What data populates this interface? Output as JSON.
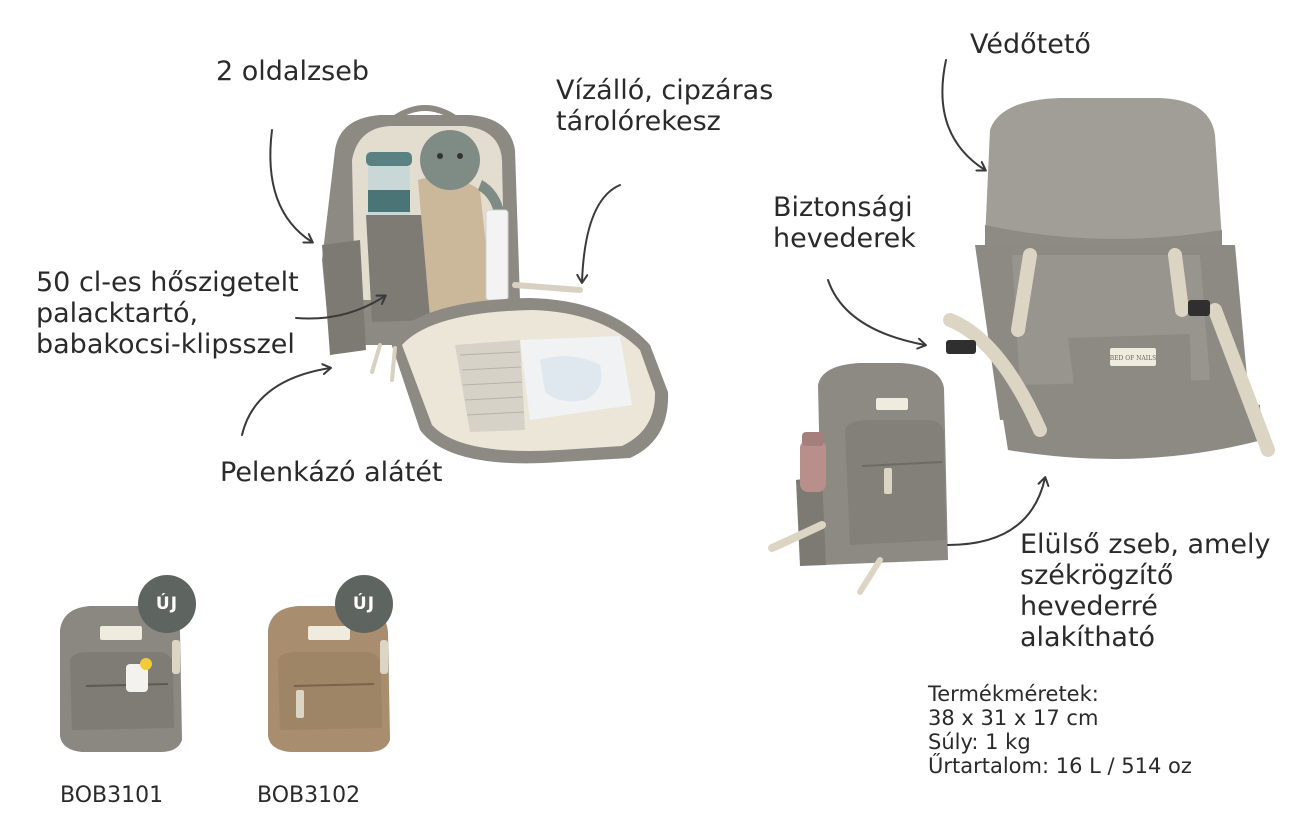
{
  "callouts": {
    "side_pockets": "2 oldalzseb",
    "waterproof_compartment": [
      "Vízálló, cipzáras",
      "tárolórekesz"
    ],
    "bottle_holder": [
      "50 cl-es hőszigetelt",
      "palacktartó,",
      "babakocsi-klipsszel"
    ],
    "changing_mat": "Pelenkázó alátét",
    "canopy": "Védőtető",
    "safety_straps": [
      "Biztonsági",
      "hevederek"
    ],
    "front_pocket": [
      "Elülső zseb, amely",
      "székrögzítő",
      "hevederré",
      "alakítható"
    ]
  },
  "specs": {
    "lines": [
      "Termékméretek:",
      "38 x 31 x 17 cm",
      "Súly: 1 kg",
      "Űrtartalom: 16 L / 514 oz"
    ]
  },
  "variants": [
    {
      "sku": "BOB3101",
      "badge": "ÚJ",
      "color": "#8b8781"
    },
    {
      "sku": "BOB3102",
      "badge": "ÚJ",
      "color": "#a88e6e"
    }
  ],
  "colors": {
    "gray_fabric": "#8d8a84",
    "beige_lining": "#ece6d8",
    "badge": "#5e645f",
    "arrow": "#3a3a3a"
  },
  "icons": {
    "arrow": "curved-arrow-icon",
    "bag": "backpack-illustration"
  }
}
